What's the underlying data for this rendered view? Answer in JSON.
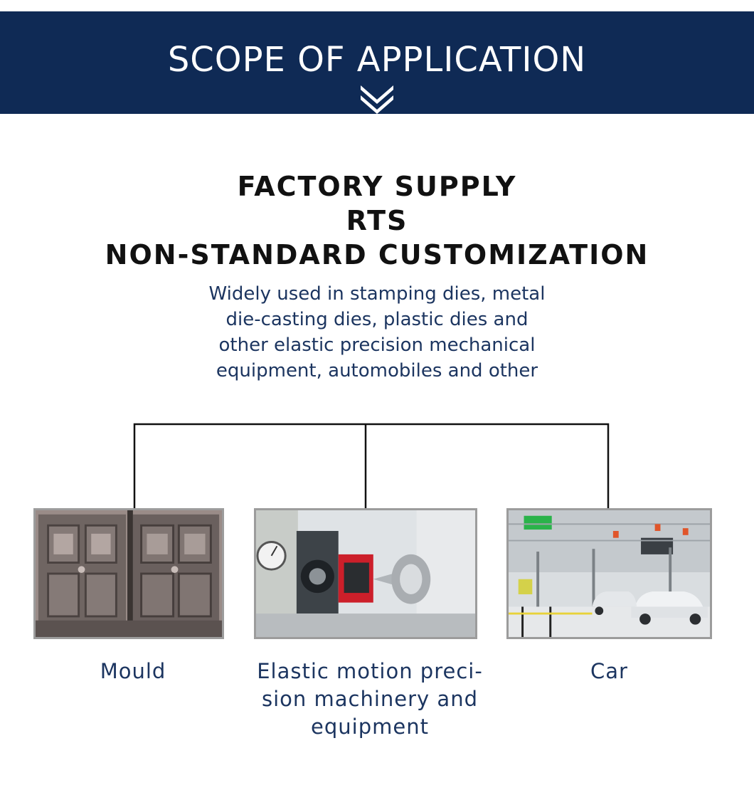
{
  "banner": {
    "title": "SCOPE OF APPLICATION",
    "arrow_icon": "double-chevron-down-icon",
    "background_color": "#0f2a55"
  },
  "headline": {
    "line1": "FACTORY SUPPLY",
    "line2": "RTS",
    "line3": "NON-STANDARD CUSTOMIZATION"
  },
  "description": {
    "line1": "Widely used in stamping dies, metal",
    "line2": "die-casting dies, plastic dies and",
    "line3": "other elastic precision mechanical",
    "line4": "equipment, automobiles and other"
  },
  "applications": [
    {
      "caption": "Mould"
    },
    {
      "caption_line1": "Elastic motion preci-",
      "caption_line2": "sion machinery and",
      "caption_line3": "equipment"
    },
    {
      "caption": "Car"
    }
  ],
  "colors": {
    "text_dark": "#111111",
    "text_navy": "#1c3560",
    "photo_border": "#9c9c9c"
  }
}
